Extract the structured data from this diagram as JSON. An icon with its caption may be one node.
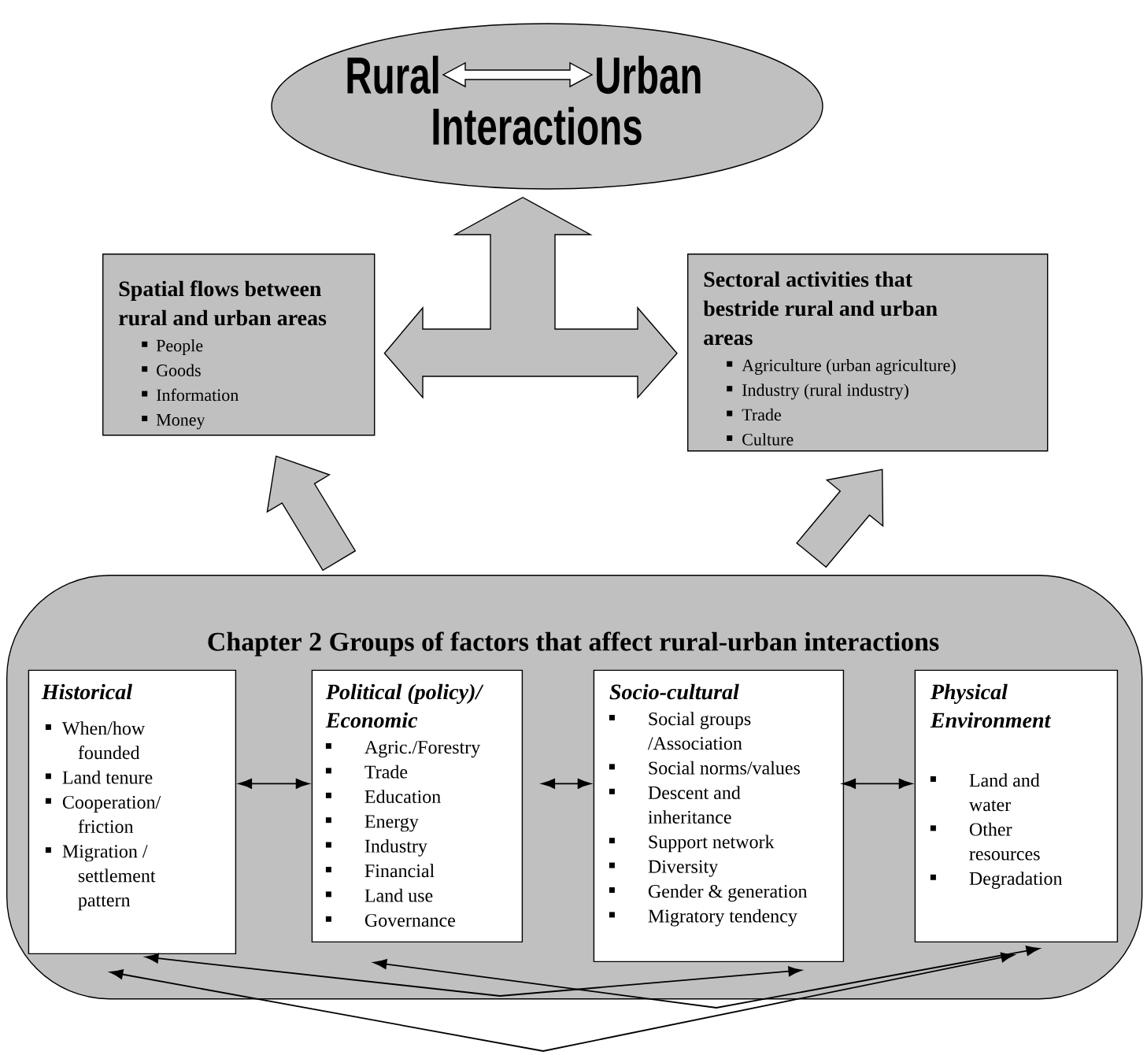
{
  "diagram": {
    "nodes": [
      {
        "text": [
          "Interactions"
        ]
      },
      {
        "text": [
          "Rural"
        ],
        "in": 0
      },
      {
        "text": [
          "Urban"
        ],
        "in": 0
      },
      {
        "text": [
          "Spatial flows between rural and urban areas",
          "People",
          "Goods",
          "Information",
          "Money"
        ]
      },
      {
        "text": [
          "Sectoral activities that bestride rural and urban areas",
          "Agriculture (urban agriculture)",
          "Industry (rural industry)",
          "Trade",
          "Culture"
        ]
      },
      {
        "text": [
          "Chapter 2 Groups of factors that affect rural-urban interactions"
        ]
      },
      {
        "text": [
          "Historical",
          "When/how founded",
          "Land tenure",
          "Cooperation/ friction",
          "Migration / settlement pattern"
        ],
        "in": 5
      },
      {
        "text": [
          "Political (policy)/ Economic",
          "Agric./Forestry",
          "Trade",
          "Education",
          "Energy",
          "Industry",
          "Financial",
          "Land use",
          "Governance"
        ],
        "in": 5
      },
      {
        "text": [
          "Socio-cultural",
          "Social groups /Association",
          "Social norms/values",
          "Descent and inheritance",
          "Support network",
          "Diversity",
          "Gender & generation",
          "Migratory tendency"
        ],
        "in": 5
      },
      {
        "text": [
          "Physical Environment",
          "Land and water",
          "Other resources",
          "Degradation"
        ],
        "in": 5
      }
    ],
    "edges": [
      {
        "from": 1,
        "to": 2,
        "arrow": "both",
        "style": "thick",
        "color": "#ffffff"
      },
      {
        "from": 3,
        "to": 4,
        "arrow": "both",
        "style": "thick",
        "color": "#c0c0c0"
      },
      {
        "from": null,
        "to": 0,
        "arrow": "to",
        "style": "thick"
      },
      {
        "from": 5,
        "to": 3,
        "arrow": "to",
        "style": "thick",
        "color": "#c0c0c0"
      },
      {
        "from": 5,
        "to": 4,
        "arrow": "to",
        "style": "thick",
        "color": "#c0c0c0"
      },
      {
        "from": 6,
        "to": 7,
        "arrow": "both"
      },
      {
        "from": 7,
        "to": 8,
        "arrow": "both"
      },
      {
        "from": 8,
        "to": 9,
        "arrow": "both"
      },
      {
        "from": 6,
        "to": 8,
        "arrow": "both"
      },
      {
        "from": 7,
        "to": 9,
        "arrow": "both"
      },
      {
        "from": 6,
        "to": 9,
        "arrow": "both"
      }
    ]
  }
}
